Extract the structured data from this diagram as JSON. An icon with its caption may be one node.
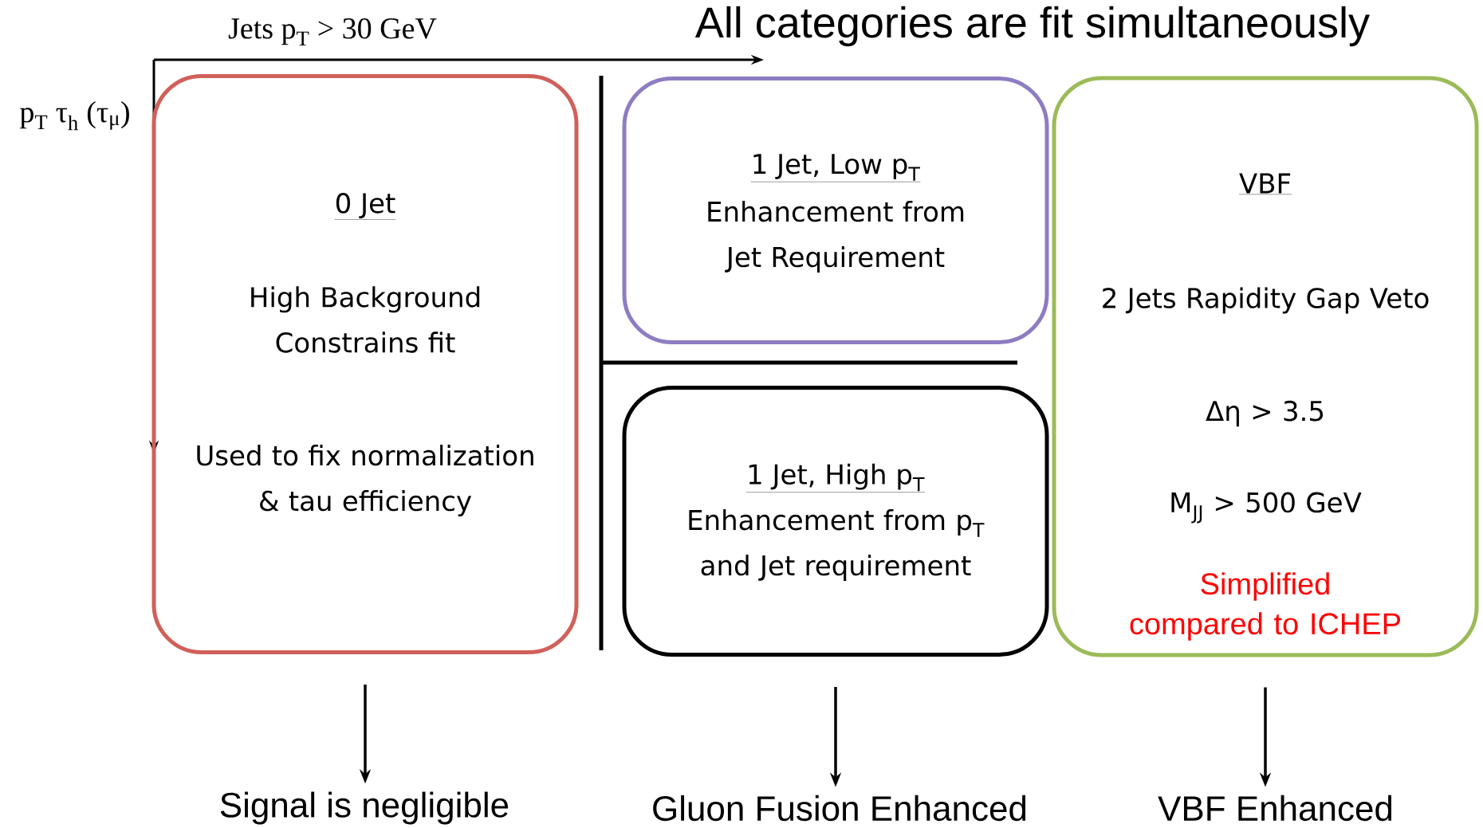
{
  "diagram": {
    "title": "All categories are fit simultaneously",
    "nodes": [
      {
        "text": [
          "0 Jet",
          "High Background Constrains fit",
          "Used to fix normalization & tau efficiency"
        ]
      },
      {
        "text": [
          "1 Jet, Low p$_{T}$",
          "Enhancement from Jet Requirement"
        ]
      },
      {
        "text": [
          "1 Jet, High p$_{T}$",
          "Enhancement from p$_{T}$ and Jet requirement"
        ]
      },
      {
        "text": [
          "VBF",
          "2 Jets Rapidity Gap Veto",
          "Δη > 3.5",
          "M$_{JJ}$ > 500 GeV",
          "Simplified compared to ICHEP"
        ]
      },
      {
        "text": [
          "Signal is negligible"
        ]
      },
      {
        "text": [
          "Gluon Fusion Enhanced"
        ]
      },
      {
        "text": [
          "VBF Enhanced"
        ]
      }
    ],
    "edges": [
      {
        "from": 0,
        "to": 4,
        "arrow": "to"
      },
      {
        "from": 2,
        "to": 5,
        "arrow": "to"
      },
      {
        "from": 3,
        "to": 6,
        "arrow": "to"
      }
    ],
    "labels": [
      "Jets p$_{T}$ > 30 GeV",
      "p$_{T}$ τ$_{h}$ (τ$_{μ}$)"
    ]
  }
}
